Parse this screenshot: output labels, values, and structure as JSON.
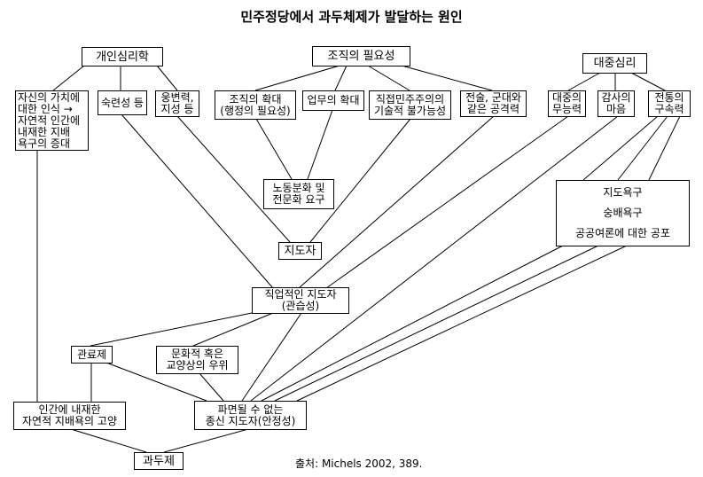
{
  "title": "민주정당에서 과두체제가 발달하는 원인",
  "nodes": {
    "individual_psych": "개인심리학",
    "org_need": "조직의 필요성",
    "mass_psych": "대중심리",
    "self_value": "자신의 가치에\n대한 인식 →\n자연적 인간에\n내재한 지배\n욕구의 증대",
    "skill": "숙련성 등",
    "eloquence": "웅변력,\n지성 등",
    "org_expansion": "조직의 확대\n(행정의 필요성)",
    "task_expansion": "업무의 확대",
    "direct_democracy": "직접민주주의의\n기술적 불가능성",
    "tactics": "전술, 군대와\n같은 공격력",
    "mass_incompetence": "대중의\n무능력",
    "gratitude": "감사의\n마음",
    "tradition": "전통의\n구속력",
    "division_labor": "노동분화 및\n전문화 요구",
    "leader": "지도자",
    "desires": [
      "지도욕구",
      "숭배욕구",
      "공공여론에 대한 공포"
    ],
    "professional_leader": "직업적인 지도자\n(관습성)",
    "bureaucracy": "관료제",
    "cultural_superiority": "문화적 혹은\n교양상의 우위",
    "natural_domination": "인간에 내재한\n자연적 지배욕의 고양",
    "irremovable_leader": "파면될 수 없는\n종신 지도자(안정성)",
    "oligarchy": "과두제"
  },
  "source": "출처: Michels 2002, 389."
}
